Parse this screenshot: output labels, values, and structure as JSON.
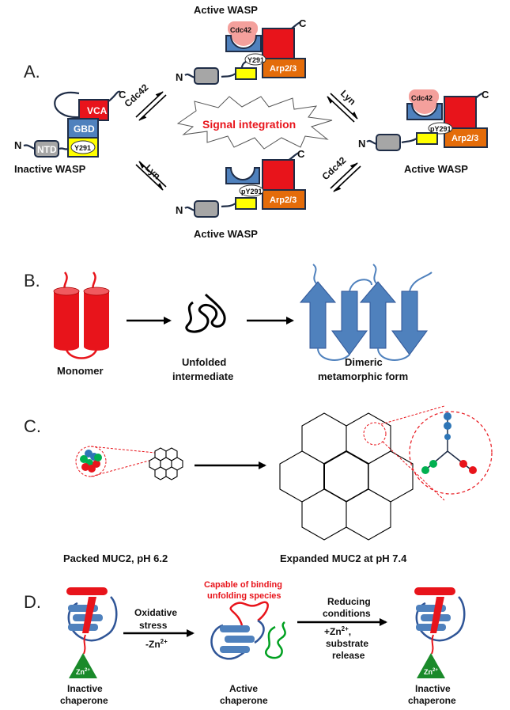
{
  "panel_a": {
    "label": "A.",
    "inactive_title": "Inactive WASP",
    "active_top_title": "Active WASP",
    "active_right_title": "Active WASP",
    "active_bottom_title": "Active WASP",
    "domains": {
      "vca": "VCA",
      "gbd": "GBD",
      "ntd": "NTD",
      "y291": "Y291",
      "py291": "pY291",
      "cdc42": "Cdc42",
      "arp": "Arp2/3"
    },
    "termini": {
      "n": "N",
      "c": "C"
    },
    "arrows": {
      "cdc42": "Cdc42",
      "lyn": "Lyn"
    },
    "center_label": "Signal integration",
    "colors": {
      "vca": "#e8141b",
      "gbd": "#4f81bd",
      "yellow": "#ffff00",
      "ntd": "#a6a6a6",
      "arp": "#e46c0a",
      "cdc42": "#f4a09c",
      "signal": "#e8141b"
    }
  },
  "panel_b": {
    "label": "B.",
    "monomer": "Monomer",
    "intermediate": [
      "Unfolded",
      "intermediate"
    ],
    "dimer": [
      "Dimeric",
      "metamorphic form"
    ],
    "colors": {
      "helix": "#e8141b",
      "strand": "#4f81bd"
    }
  },
  "panel_c": {
    "label": "C.",
    "packed": "Packed MUC2, pH 6.2",
    "expanded": "Expanded MUC2 at pH 7.4",
    "colors": {
      "dash": "#e8141b",
      "blue": "#2e75b6",
      "green": "#00b050",
      "red": "#e8141b"
    }
  },
  "panel_d": {
    "label": "D.",
    "capable": [
      "Capable of binding",
      "unfolding species"
    ],
    "ox": [
      "Oxidative",
      "stress"
    ],
    "minus_zn": "-Zn",
    "red": [
      "Reducing",
      "conditions"
    ],
    "plus_zn": "+Zn",
    "zn_super": "2+",
    "red_tail": [
      "substrate",
      "release"
    ],
    "zn": "Zn",
    "inactive": [
      "Inactive",
      "chaperone"
    ],
    "active": [
      "Active",
      "chaperone"
    ],
    "colors": {
      "helix": "#e8141b",
      "strand": "#4f81bd",
      "triangle": "#1a8a2a",
      "green": "#00a020",
      "capable": "#e8141b"
    }
  }
}
